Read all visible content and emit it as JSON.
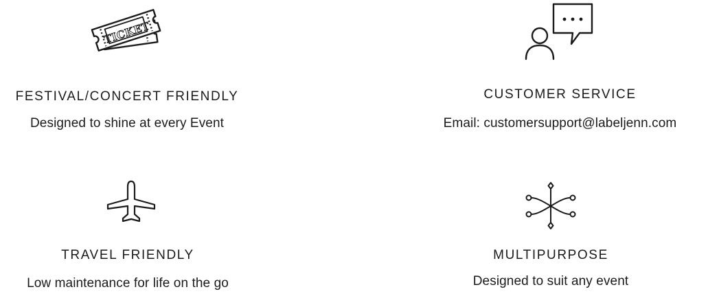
{
  "features": [
    {
      "icon": "ticket-icon",
      "title": "FESTIVAL/CONCERT FRIENDLY",
      "description": "Designed to shine at every Event",
      "ticket_text": "TICKET"
    },
    {
      "icon": "customer-chat-icon",
      "title": "CUSTOMER SERVICE",
      "description": "Email: customersupport@labeljenn.com"
    },
    {
      "icon": "airplane-icon",
      "title": "TRAVEL FRIENDLY",
      "description": "Low maintenance for life on the go"
    },
    {
      "icon": "multipurpose-icon",
      "title": "MULTIPURPOSE",
      "description": "Designed to suit any event"
    }
  ],
  "colors": {
    "text": "#1a1a1a",
    "background": "#ffffff"
  }
}
